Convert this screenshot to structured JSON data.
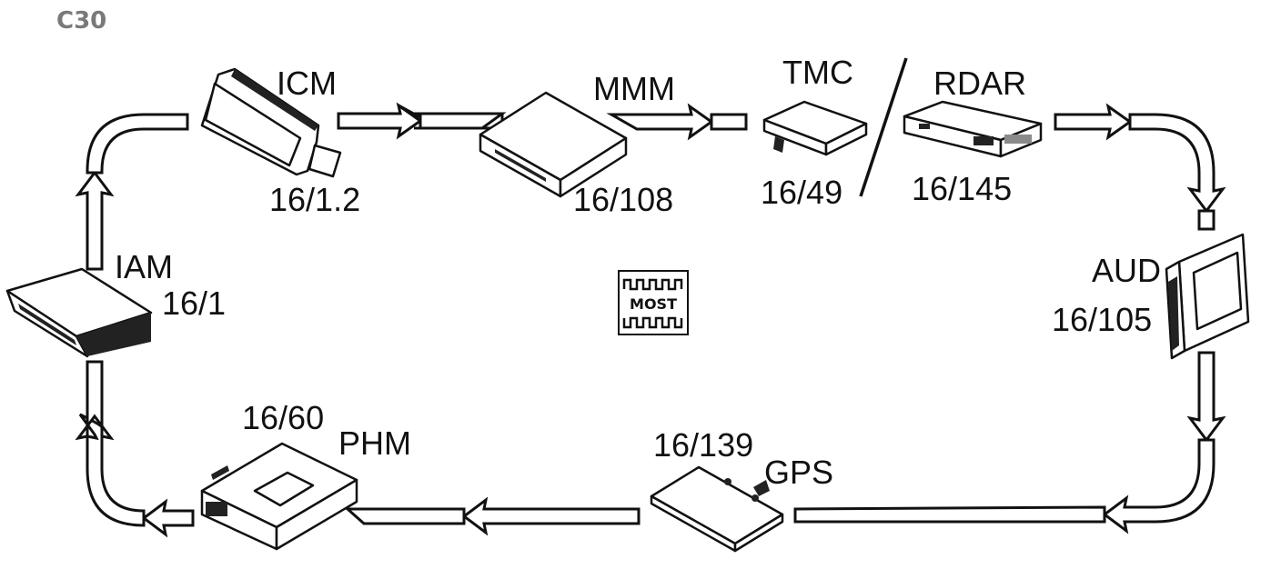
{
  "title": "C30",
  "protocol_icon": {
    "name": "most-bus-icon",
    "label": "MOST"
  },
  "modules": {
    "icm": {
      "name": "ICM",
      "code": "16/1.2"
    },
    "mmm": {
      "name": "MMM",
      "code": "16/108"
    },
    "tmc": {
      "name": "TMC",
      "code": "16/49"
    },
    "rdar": {
      "name": "RDAR",
      "code": "16/145"
    },
    "aud": {
      "name": "AUD",
      "code": "16/105"
    },
    "gps": {
      "name": "GPS",
      "code": "16/139"
    },
    "phm": {
      "name": "PHM",
      "code": "16/60"
    },
    "iam": {
      "name": "IAM",
      "code": "16/1"
    }
  },
  "ring_order": [
    "IAM",
    "ICM",
    "MMM",
    "TMC / RDAR",
    "AUD",
    "GPS",
    "PHM",
    "IAM"
  ],
  "colors": {
    "line": "#111111",
    "title": "#7a7a7a"
  }
}
